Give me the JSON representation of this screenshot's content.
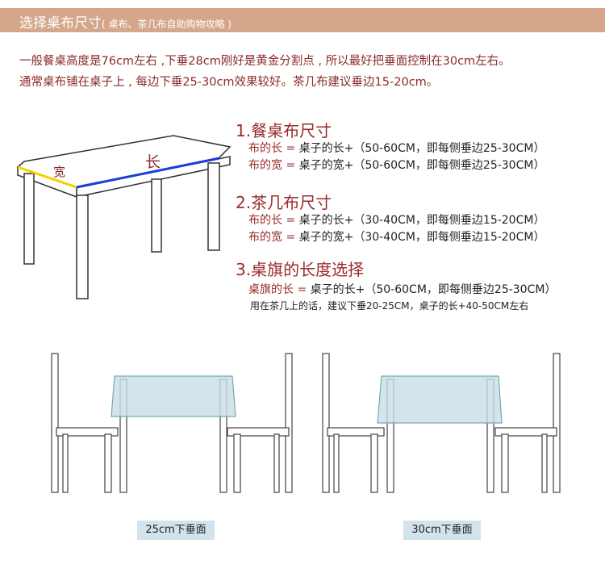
{
  "header": {
    "title": "选择桌布尺寸",
    "subtitle": "( 桌布、茶几布自助购物攻略 )"
  },
  "intro": [
    "一般餐桌高度是76cm左右 ,下垂28cm刚好是黄金分割点 , 所以最好把垂面控制在30cm左右。",
    "通常桌布铺在桌子上 , 每边下垂25-30cm效果较好。茶几布建议垂边15-20cm。"
  ],
  "diagram": {
    "width_label": "宽",
    "length_label": "长"
  },
  "sections": [
    {
      "title": "1.餐桌布尺寸",
      "lines": [
        {
          "k": "布的长 = ",
          "v": "桌子的长+（50-60CM，即每侧垂边25-30CM）"
        },
        {
          "k": "布的宽 = ",
          "v": "桌子的宽+（50-60CM，即每侧垂边25-30CM）"
        }
      ]
    },
    {
      "title": "2.茶几布尺寸",
      "lines": [
        {
          "k": "布的长 = ",
          "v": "桌子的长+（30-40CM，即每侧垂边15-20CM）"
        },
        {
          "k": "布的宽 = ",
          "v": "桌子的宽+（30-40CM，即每侧垂边15-20CM）"
        }
      ]
    },
    {
      "title": "3.桌旗的长度选择",
      "lines": [
        {
          "k": "桌旗的长 = ",
          "v": "桌子的长+（50-60CM，即每侧垂边25-30CM）"
        }
      ],
      "note": "用在茶几上的话，建议下垂20-25CM，桌子的长+40-50CM左右"
    }
  ],
  "captions": [
    "25cm下垂面",
    "30cm下垂面"
  ]
}
